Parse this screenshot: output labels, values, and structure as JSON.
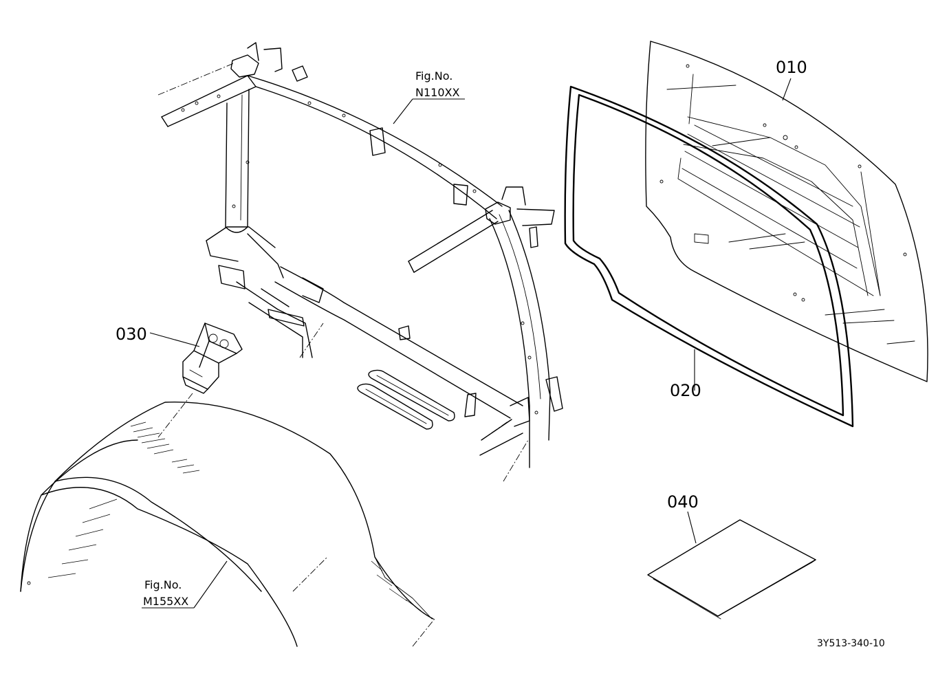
{
  "labels": {
    "part_010": "010",
    "part_020": "020",
    "part_030": "030",
    "part_040": "040"
  },
  "references": {
    "frame": {
      "line1": "Fig.No.",
      "line2": "N110XX"
    },
    "roof": {
      "line1": "Fig.No.",
      "line2": "M155XX"
    }
  },
  "drawing_code": "3Y513-340-10"
}
